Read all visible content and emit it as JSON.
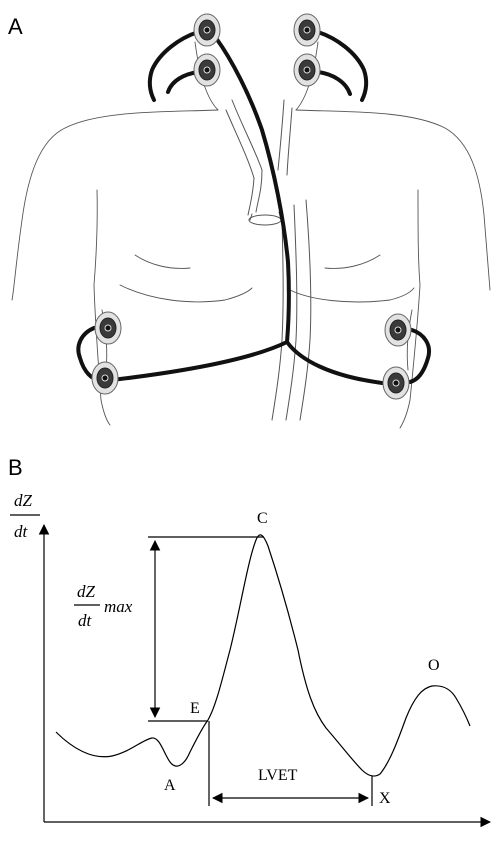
{
  "panel_a": {
    "label": "A"
  },
  "panel_b": {
    "label": "B",
    "y_axis_numerator": "dZ",
    "y_axis_denominator": "dt",
    "max_numerator": "dZ",
    "max_denominator": "dt",
    "max_word": "max",
    "points": {
      "a": "A",
      "c": "C",
      "e": "E",
      "x": "X",
      "o": "O"
    },
    "interval_label": "LVET"
  }
}
